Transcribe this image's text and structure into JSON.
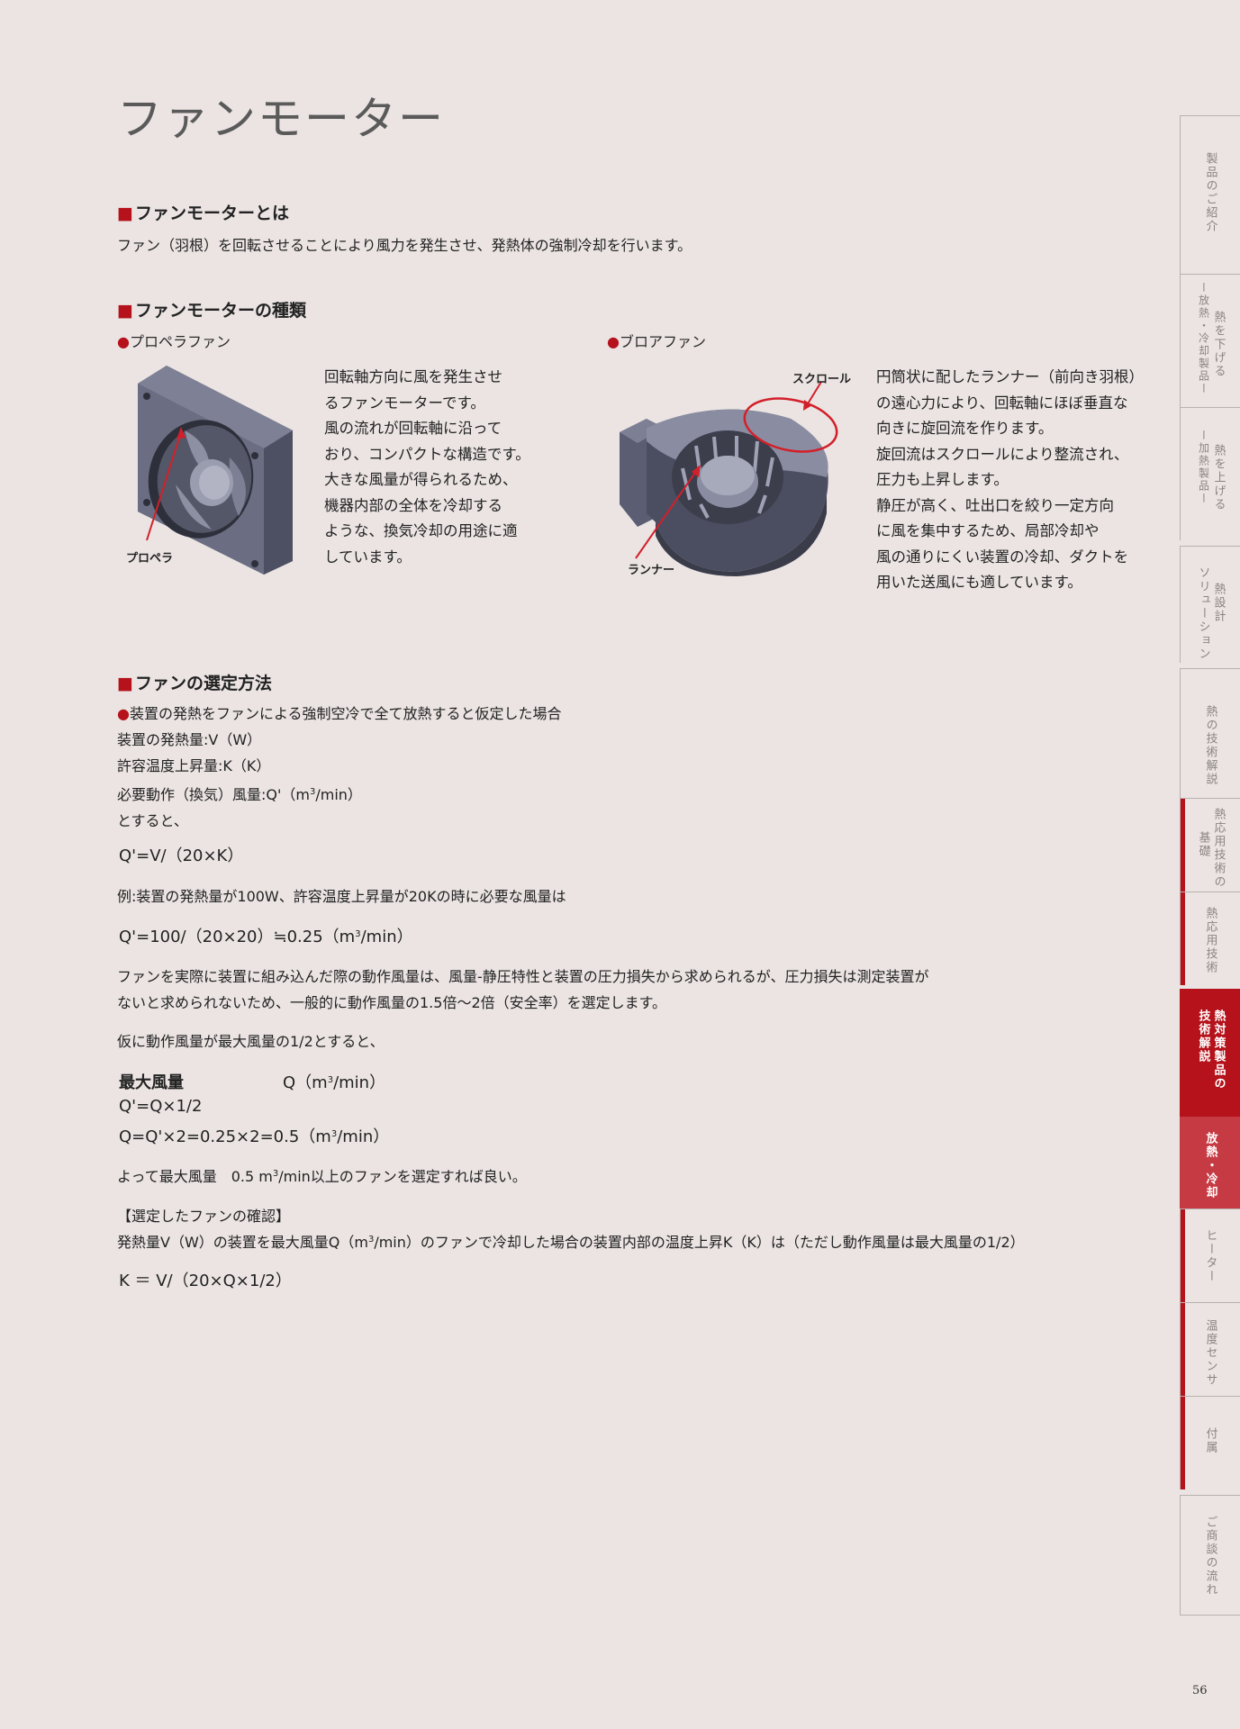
{
  "page": {
    "title": "ファンモーター",
    "page_number": "56"
  },
  "section_what": {
    "heading": "ファンモーターとは",
    "text": "ファン（羽根）を回転させることにより風力を発生させ、発熱体の強制冷却を行います。"
  },
  "section_types": {
    "heading": "ファンモーターの種類",
    "propeller": {
      "name": "プロペラファン",
      "callout": "プロペラ",
      "desc_lines": [
        "回転軸方向に風を発生させ",
        "るファンモーターです。",
        "風の流れが回転軸に沿って",
        "おり、コンパクトな構造です。",
        "大きな風量が得られるため、",
        "機器内部の全体を冷却する",
        "ような、換気冷却の用途に適",
        "しています。"
      ]
    },
    "blower": {
      "name": "ブロアファン",
      "callout_scroll": "スクロール",
      "callout_runner": "ランナー",
      "desc_lines": [
        "円筒状に配したランナー（前向き羽根）",
        "の遠心力により、回転軸にほぼ垂直な",
        "向きに旋回流を作ります。",
        "旋回流はスクロールにより整流され、",
        "圧力も上昇します。",
        "静圧が高く、吐出口を絞り一定方向",
        "に風を集中するため、局部冷却や",
        "風の通りにくい装置の冷却、ダクトを",
        "用いた送風にも適しています。"
      ]
    }
  },
  "section_select": {
    "heading": "ファンの選定方法",
    "assumption": "装置の発熱をファンによる強制空冷で全て放熱すると仮定した場合",
    "line_heat": "装置の発熱量:V（W）",
    "line_temp": "許容温度上昇量:K（K）",
    "line_flow_a": "必要動作（換気）風量:Q'（m",
    "line_flow_sup": "3",
    "line_flow_b": "/min）",
    "line_then": "とすると、",
    "formula1": "Q'=V/（20×K）",
    "example": "例:装置の発熱量が100W、許容温度上昇量が20Kの時に必要な風量は",
    "formula2_a": "Q'=100/（20×20）≒0.25（m",
    "formula2_sup": "3",
    "formula2_b": "/min）",
    "note1": "ファンを実際に装置に組み込んだ際の動作風量は、風量-静圧特性と装置の圧力損失から求められるが、圧力損失は測定装置が",
    "note2": "ないと求められないため、一般的に動作風量の1.5倍～2倍（安全率）を選定します。",
    "assume_half": "仮に動作風量が最大風量の1/2とすると、",
    "max_label": "最大風量",
    "max_value_a": "Q（m",
    "max_value_sup": "3",
    "max_value_b": "/min）",
    "eq_a": "Q'=Q×1/2",
    "eq_b_a": "Q=Q'×2=0.25×2=0.5（m",
    "eq_b_sup": "3",
    "eq_b_b": "/min）",
    "conclusion_a": "よって最大風量　0.5 m",
    "conclusion_sup": "3",
    "conclusion_b": "/min以上のファンを選定すれば良い。",
    "confirm_heading": "【選定したファンの確認】",
    "confirm_a": "発熱量V（W）の装置を最大風量Q（m",
    "confirm_sup": "3",
    "confirm_b": "/min）のファンで冷却した場合の装置内部の温度上昇K（K）は（ただし動作風量は最大風量の1/2）",
    "formula_k": "K ＝ V/（20×Q×1/2）"
  },
  "sidebar": {
    "tabs": [
      {
        "label": "製品のご紹介"
      },
      {
        "label": "熱を下げる",
        "sub": "ー放熱・冷却製品ー"
      },
      {
        "label": "熱を上げる",
        "sub": "ー加熱製品ー"
      },
      {
        "label": "熱設計",
        "sub": "ソリューション"
      },
      {
        "label": "熱の技術解説"
      },
      {
        "label": "熱応用技術の",
        "sub": "基礎"
      },
      {
        "label": "熱応用技術"
      },
      {
        "label": "熱対策製品の",
        "sub": "技術解説"
      },
      {
        "label": "放熱・冷却"
      },
      {
        "label": "ヒーター"
      },
      {
        "label": "温度センサ"
      },
      {
        "label": "付属"
      },
      {
        "label": "ご商談の流れ"
      }
    ]
  },
  "colors": {
    "accent": "#b5121b",
    "background": "#ebe4e3"
  }
}
